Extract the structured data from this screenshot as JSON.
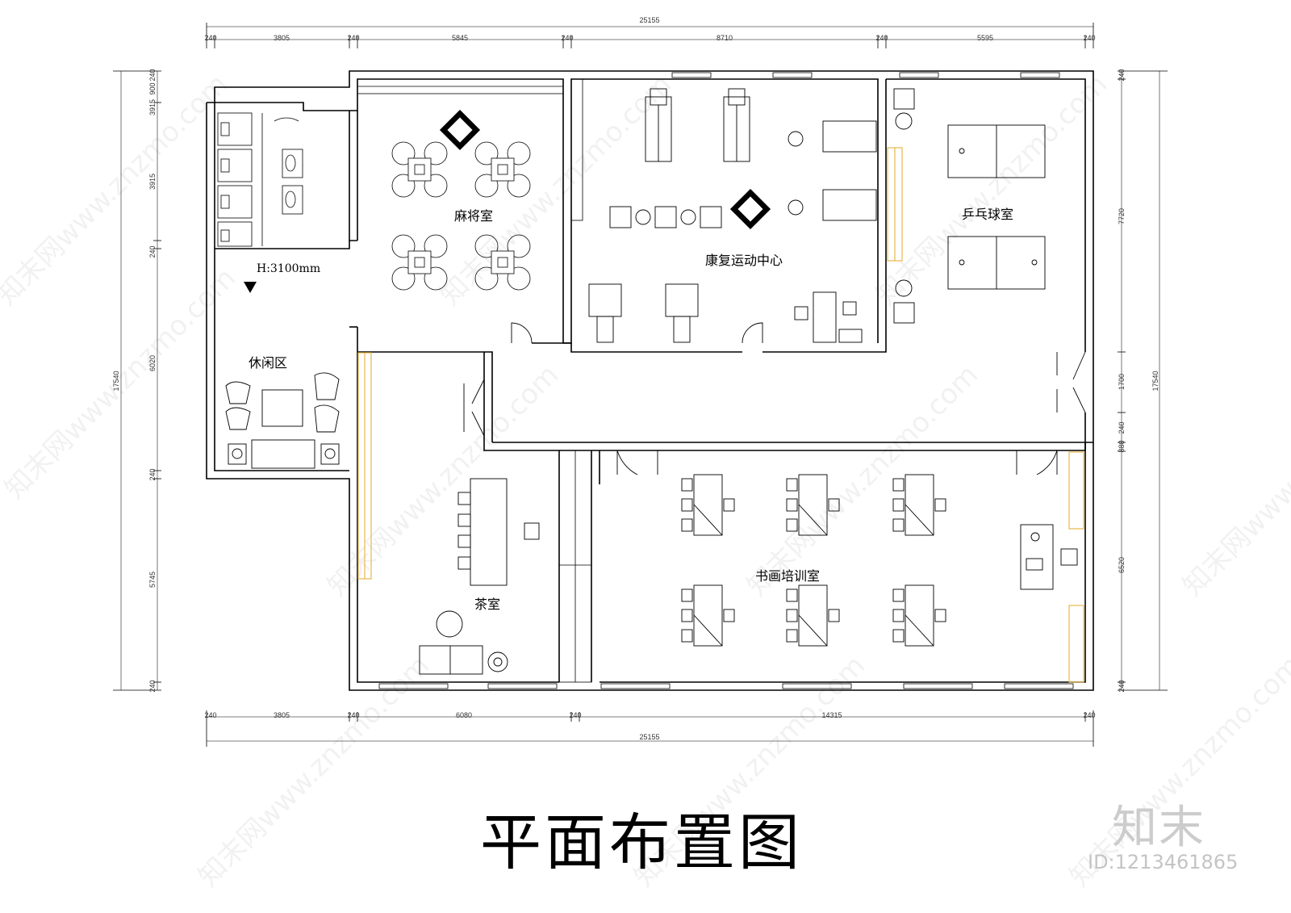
{
  "dimensions": {
    "top_total": "25155",
    "top_segments": [
      "240",
      "3805",
      "240",
      "5845",
      "240",
      "8710",
      "240",
      "5595",
      "240"
    ],
    "bottom_total": "25155",
    "bottom_segments": [
      "240",
      "3805",
      "240",
      "6080",
      "240",
      "14315",
      "240"
    ],
    "left_total": "17540",
    "left_segments": [
      "240",
      "900",
      "3915",
      "240",
      "6020",
      "240",
      "5745",
      "240"
    ],
    "right_total": "17540",
    "right_segments": [
      "240",
      "7720",
      "1700",
      "240",
      "880",
      "6520",
      "240"
    ]
  },
  "rooms": {
    "mahjong": "麻将室",
    "rehab": "康复运动中心",
    "pingpong": "乒乓球室",
    "lounge": "休闲区",
    "tea": "茶室",
    "calligraphy": "书画培训室"
  },
  "height_note": "H:3100mm",
  "title": "平面布置图",
  "brand": "知末",
  "image_id": "ID:1213461865",
  "watermark_text": "知末网www.znzmo.com",
  "colors": {
    "line": "#000000",
    "accent_window": "#e8b84a",
    "watermark": "#cccccc"
  }
}
